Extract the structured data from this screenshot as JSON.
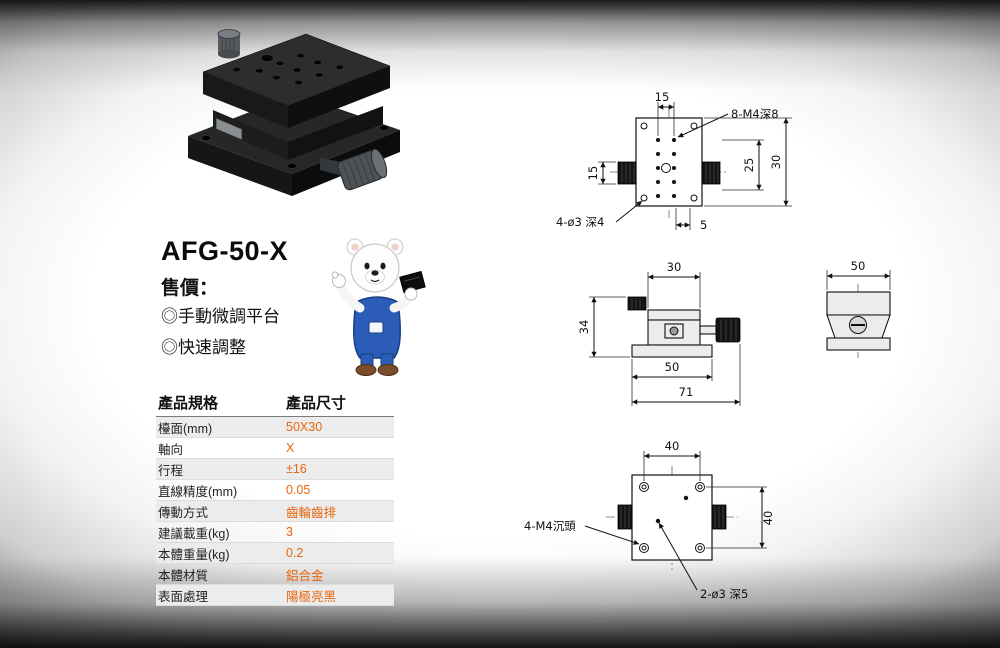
{
  "product": {
    "title": "AFG-50-X",
    "price_label": "售價：",
    "features": [
      "◎手動微調平台",
      "◎快速調整"
    ]
  },
  "colors": {
    "value_orange": "#e8650c",
    "mascot_blue": "#2a5cb8",
    "product_black": "#1a1a1a"
  },
  "specs": {
    "header": [
      "產品規格",
      "產品尺寸"
    ],
    "rows": [
      {
        "label": "檯面(mm)",
        "value": "50X30"
      },
      {
        "label": "軸向",
        "value": "X"
      },
      {
        "label": "行程",
        "value": "±16"
      },
      {
        "label": "直線精度(mm)",
        "value": "0.05"
      },
      {
        "label": "傳動方式",
        "value": "齒輪齒排"
      },
      {
        "label": "建議載重(kg)",
        "value": "3"
      },
      {
        "label": "本體重量(kg)",
        "value": "0.2"
      },
      {
        "label": "本體材質",
        "value": "鋁合金"
      },
      {
        "label": "表面處理",
        "value": "陽極亮黑"
      }
    ]
  },
  "drawings": {
    "top_view": {
      "dim_hole_pitch_x": "15",
      "dim_hole_pitch_y": "15",
      "dim_25": "25",
      "dim_30": "30",
      "dim_5": "5",
      "callout_tap": "8-M4深8",
      "callout_drill": "4-ø3 深4"
    },
    "front_view": {
      "dim_30": "30",
      "dim_34": "34",
      "dim_50": "50",
      "dim_71": "71"
    },
    "end_view": {
      "dim_50": "50"
    },
    "bottom_view": {
      "dim_width": "40",
      "dim_height": "40",
      "callout_counterbore": "4-M4沉頭",
      "callout_drill": "2-ø3 深5"
    }
  }
}
